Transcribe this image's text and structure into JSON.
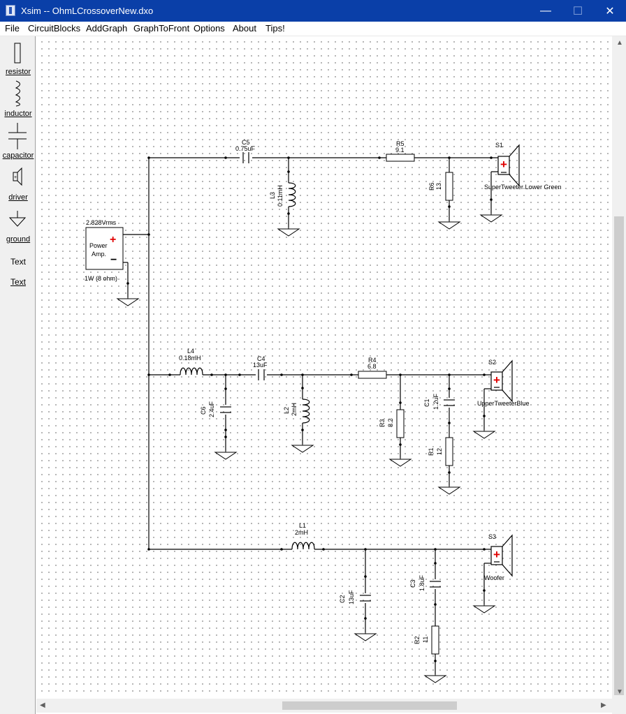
{
  "window": {
    "title": "Xsim -- OhmLCrossoverNew.dxo",
    "minimize": "—",
    "maximize": "☐",
    "close": "✕"
  },
  "menu": [
    "File",
    "CircuitBlocks",
    "AddGraph",
    "GraphToFront",
    "Options",
    "About",
    "Tips!"
  ],
  "toolbox": {
    "resistor": "resistor",
    "inductor": "inductor",
    "capacitor": "capacitor",
    "driver": "driver",
    "ground": "ground",
    "text_plain": "Text",
    "text_link": "Text"
  },
  "amp": {
    "voltage": "2.828Vrms",
    "name_line1": "Power",
    "name_line2": "Amp.",
    "power": "1W (8 ohm)",
    "plus": "+",
    "minus": "−"
  },
  "components": {
    "C5": {
      "name": "C5",
      "value": "0.75uF"
    },
    "R5": {
      "name": "R5",
      "value": "9.1"
    },
    "L3": {
      "name": "L3",
      "value": "0.11mH"
    },
    "R6": {
      "name": "R6",
      "value": "13"
    },
    "L4": {
      "name": "L4",
      "value": "0.18mH"
    },
    "C4": {
      "name": "C4",
      "value": "13uF"
    },
    "R4": {
      "name": "R4",
      "value": "6.8"
    },
    "C6": {
      "name": "C6",
      "value": "2.4uF"
    },
    "L2": {
      "name": "L2",
      "value": "2mH"
    },
    "R3": {
      "name": "R3",
      "value": "8.2"
    },
    "C1": {
      "name": "C1",
      "value": "1.2uF"
    },
    "R1": {
      "name": "R1",
      "value": "12"
    },
    "L1": {
      "name": "L1",
      "value": "2mH"
    },
    "C2": {
      "name": "C2",
      "value": "13uF"
    },
    "C3": {
      "name": "C3",
      "value": "1.8uF"
    },
    "R2": {
      "name": "R2",
      "value": "11"
    }
  },
  "drivers": {
    "S1": {
      "name": "S1",
      "label": "SuperTweeter Lower Green"
    },
    "S2": {
      "name": "S2",
      "label": "UpperTweeterBlue"
    },
    "S3": {
      "name": "S3",
      "label": "Woofer"
    }
  },
  "colors": {
    "titlebar": "#0a3fa8",
    "wire": "#000000",
    "polarity": "#e00000"
  }
}
